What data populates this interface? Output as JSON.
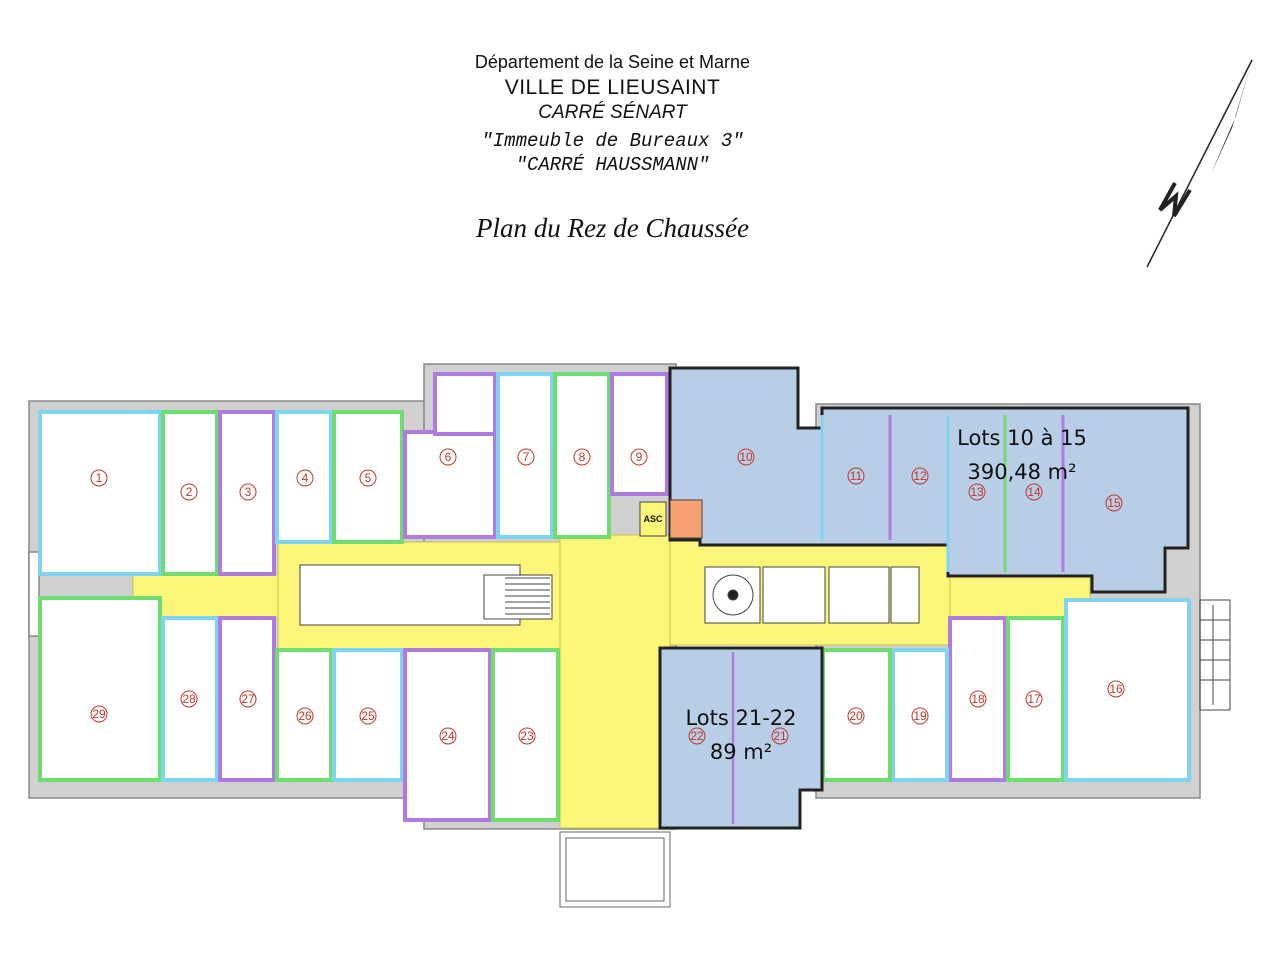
{
  "header": {
    "department": "Département de la Seine et Marne",
    "city": "VILLE DE LIEUSAINT",
    "sector": "CARRÉ SÉNART",
    "building": "\"Immeuble de Bureaux 3\"",
    "building_name": "\"CARRÉ HAUSSMANN\"",
    "plan_title": "Plan du Rez de Chaussée"
  },
  "north_arrow": {
    "icon": "north-arrow-icon"
  },
  "elevator_label": "ASC",
  "rooms": [
    "1",
    "2",
    "3",
    "4",
    "5",
    "6",
    "7",
    "8",
    "9",
    "10",
    "11",
    "12",
    "13",
    "14",
    "15",
    "16",
    "17",
    "18",
    "19",
    "20",
    "21",
    "22",
    "23",
    "24",
    "25",
    "26",
    "27",
    "28",
    "29"
  ],
  "lots": [
    {
      "title": "Lots 10 à 15",
      "area": "390,48 m²"
    },
    {
      "title": "Lots 21-22",
      "area": "89 m²"
    }
  ],
  "colors": {
    "corridor": "#fbf579",
    "lot_fill": "#b8cde6",
    "room_blue": "#7fd4f0",
    "room_green": "#6fdc6f",
    "room_purple": "#b07be0",
    "wall": "#8c8c8c",
    "room_number": "#c0392b"
  }
}
